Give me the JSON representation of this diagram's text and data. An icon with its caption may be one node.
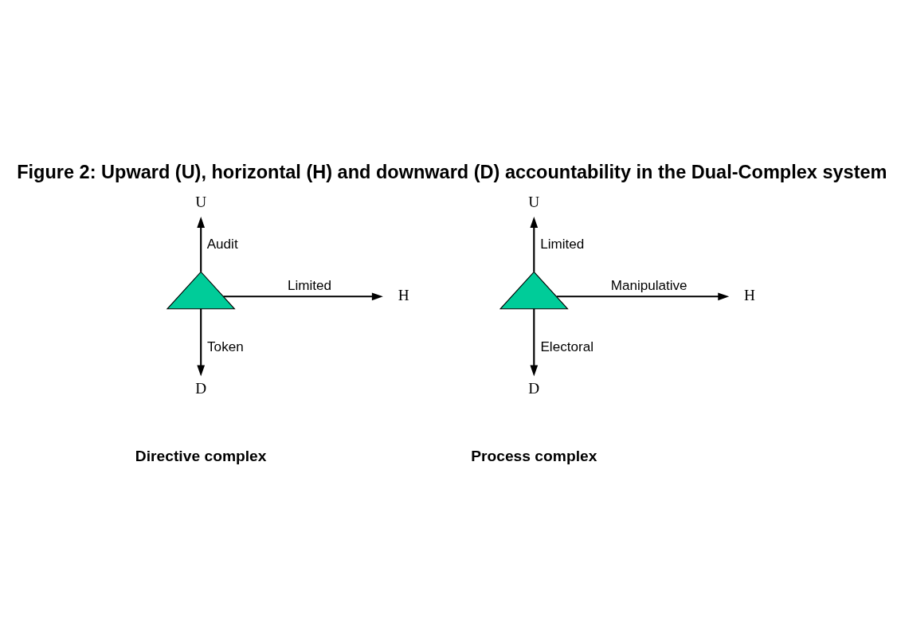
{
  "diagram": {
    "title": "Figure 2: Upward (U), horizontal (H) and downward (D) accountability in the Dual-Complex system",
    "nodes": [
      {
        "text": [],
        "shape": "triangle"
      },
      {
        "text": [
          "U"
        ]
      },
      {
        "text": [
          "H"
        ]
      },
      {
        "text": [
          "D"
        ]
      },
      {
        "text": [],
        "shape": "triangle"
      },
      {
        "text": [
          "U"
        ]
      },
      {
        "text": [
          "H"
        ]
      },
      {
        "text": [
          "D"
        ]
      }
    ],
    "edges": [
      {
        "from": 0,
        "to": 1,
        "arrow": "to",
        "label": "Audit"
      },
      {
        "from": 0,
        "to": 2,
        "arrow": "to",
        "label": "Limited"
      },
      {
        "from": 0,
        "to": 3,
        "arrow": "to",
        "label": "Token"
      },
      {
        "from": 4,
        "to": 5,
        "arrow": "to",
        "label": "Limited"
      },
      {
        "from": 4,
        "to": 6,
        "arrow": "to",
        "label": "Manipulative"
      },
      {
        "from": 4,
        "to": 7,
        "arrow": "to",
        "label": "Electoral"
      }
    ],
    "labels": [
      "Directive complex",
      "Process complex"
    ]
  }
}
